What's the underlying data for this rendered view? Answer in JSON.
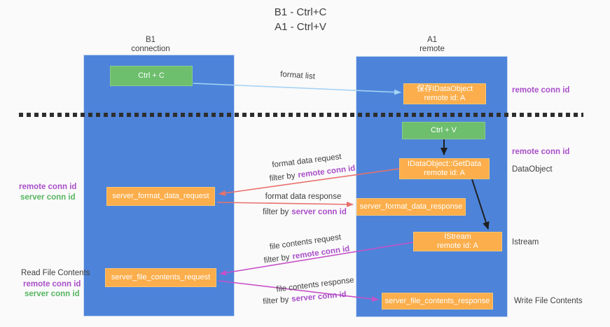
{
  "title": {
    "line1": "B1 - Ctrl+C",
    "line2": "A1 - Ctrl+V"
  },
  "columns": {
    "left": {
      "header_line1": "B1",
      "header_line2": "connection"
    },
    "right": {
      "header_line1": "A1",
      "header_line2": "remote"
    }
  },
  "nodes": {
    "ctrl_c": "Ctrl + C",
    "ctrl_v": "Ctrl + V",
    "save_dataobject": {
      "line1": "保存IDataObject",
      "line2": "remote id: A"
    },
    "getdata": {
      "line1": "IDataObject::GetData",
      "line2": "remote id: A"
    },
    "istream": {
      "line1": "IStream",
      "line2": "remote id: A"
    },
    "server_format_data_request": "server_format_data_request",
    "server_format_data_response": "server_format_data_response",
    "server_file_contents_request": "server_file_contents_request",
    "server_file_contents_response": "server_file_contents_response"
  },
  "shared": {
    "remote_conn_id": "remote conn id",
    "server_conn_id": "server conn id",
    "filter_by": "filter by"
  },
  "side_labels": {
    "dataobject": "DataObject",
    "istream": "Istream",
    "write_file_contents": "Write File Contents",
    "read_file_contents": "Read File Contents"
  },
  "arrow_labels": {
    "format_list": "format list",
    "format_data_request": "format data request",
    "format_data_response": "format data response",
    "file_contents_request": "file contents request",
    "file_contents_response": "file contents response"
  },
  "colors": {
    "column_blue": "#4d84d9",
    "box_green": "#6dbe6d",
    "box_orange": "#fbae4b",
    "purple_text": "#a94fc9",
    "green_text": "#56b560",
    "salmon_arrow": "#e8716d",
    "magenta_arrow": "#c751c9",
    "lightblue_arrow": "#a6d3f3",
    "black_arrow": "#1f1f1f"
  }
}
